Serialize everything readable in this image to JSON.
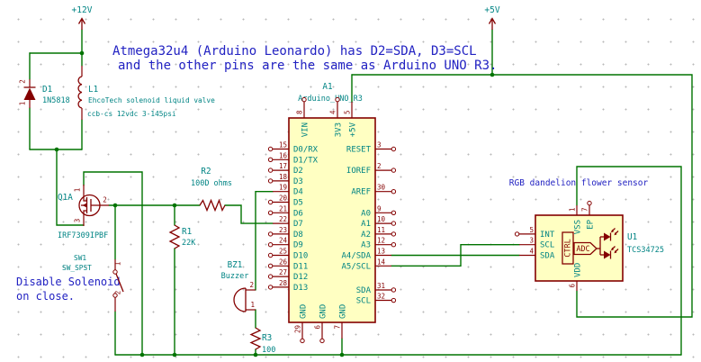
{
  "notes": {
    "line1": "Atmega32u4 (Arduino Leonardo) has D2=SDA, D3=SCL",
    "line2": "and the other pins are the same as Arduino UNO R3.",
    "disable1": "Disable Solenoid",
    "disable2": "on close.",
    "sensor_note": "RGB dandelion flower sensor"
  },
  "power": {
    "rail12": "+12V",
    "rail5": "+5V"
  },
  "components": {
    "d1": {
      "ref": "D1",
      "value": "1N5818",
      "pin_top": "2",
      "pin_bottom": "1"
    },
    "l1": {
      "ref": "L1",
      "desc1": "EhcoTech solenoid liquid valve",
      "desc2": "ccb-cs 12vdc 3-145psi"
    },
    "q1": {
      "ref": "Q1A",
      "value": "IRF7309IPBF",
      "pin_top": "1",
      "pin_gate": "2",
      "pin_bottom": "3"
    },
    "sw1": {
      "ref": "SW1",
      "value": "SW_SPST",
      "pin_top": "1",
      "pin_bottom": "2"
    },
    "r1": {
      "ref": "R1",
      "value": "22K"
    },
    "r2": {
      "ref": "R2",
      "value": "100D ohms"
    },
    "r3": {
      "ref": "R3",
      "value": "100"
    },
    "bz1": {
      "ref": "BZ1",
      "value": "Buzzer",
      "pin_top": "2",
      "pin_bottom": "1"
    },
    "a1": {
      "ref": "A1",
      "value": "Arduino_UNO_R3",
      "top_pins": [
        {
          "num": "8",
          "label": "VIN"
        },
        {
          "num": "4",
          "label": "3V3"
        },
        {
          "num": "5",
          "label": "+5V"
        }
      ],
      "left_pins": [
        {
          "num": "15",
          "label": "D0/RX"
        },
        {
          "num": "16",
          "label": "D1/TX"
        },
        {
          "num": "17",
          "label": "D2"
        },
        {
          "num": "18",
          "label": "D3"
        },
        {
          "num": "19",
          "label": "D4"
        },
        {
          "num": "20",
          "label": "D5"
        },
        {
          "num": "21",
          "label": "D6"
        },
        {
          "num": "22",
          "label": "D7"
        },
        {
          "num": "23",
          "label": "D8"
        },
        {
          "num": "24",
          "label": "D9"
        },
        {
          "num": "25",
          "label": "D10"
        },
        {
          "num": "26",
          "label": "D11"
        },
        {
          "num": "27",
          "label": "D12"
        },
        {
          "num": "28",
          "label": "D13"
        }
      ],
      "right_pins": [
        {
          "num": "3",
          "label": "RESET"
        },
        {
          "num": "2",
          "label": "IOREF"
        },
        {
          "num": "30",
          "label": "AREF"
        },
        {
          "num": "9",
          "label": "A0"
        },
        {
          "num": "10",
          "label": "A1"
        },
        {
          "num": "11",
          "label": "A2"
        },
        {
          "num": "12",
          "label": "A3"
        },
        {
          "num": "13",
          "label": "A4/SDA"
        },
        {
          "num": "14",
          "label": "A5/SCL"
        },
        {
          "num": "31",
          "label": "SDA"
        },
        {
          "num": "32",
          "label": "SCL"
        }
      ],
      "bottom_pins": [
        {
          "num": "29",
          "label": "GND"
        },
        {
          "num": "6",
          "label": "GND"
        },
        {
          "num": "7",
          "label": "GND"
        }
      ]
    },
    "u1": {
      "ref": "U1",
      "value": "TCS34725",
      "top_pins": [
        {
          "num": "1",
          "label": "VSS"
        },
        {
          "num": "7",
          "label": "EP"
        }
      ],
      "left_pins": [
        {
          "num": "5",
          "label": "INT"
        },
        {
          "num": "3",
          "label": "SCL"
        },
        {
          "num": "4",
          "label": "SDA"
        }
      ],
      "bottom_pins": [
        {
          "num": "6",
          "label": "VDD"
        }
      ],
      "internal": {
        "ctrl": "CTRL",
        "adc": "ADC"
      }
    }
  },
  "colors": {
    "wire": "#007300",
    "component": "#840000",
    "label": "#008484",
    "note": "#2222C2",
    "body_fill": "#FFFFC2"
  }
}
